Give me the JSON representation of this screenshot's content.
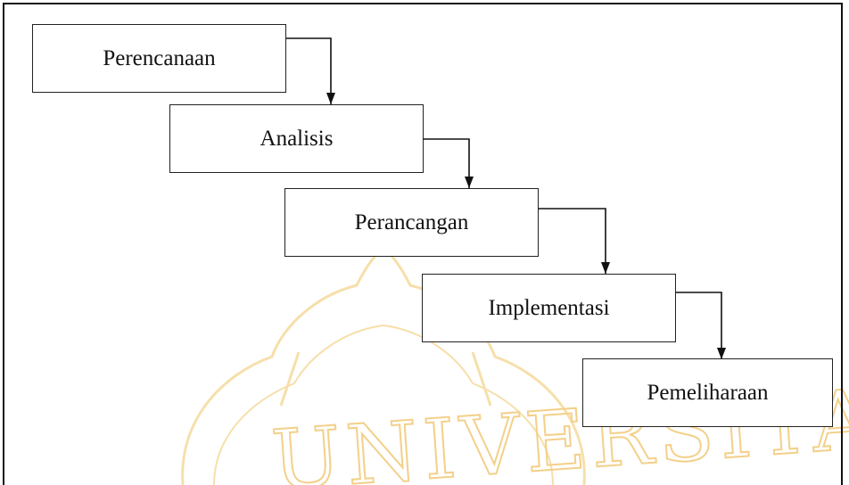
{
  "diagram": {
    "steps": [
      {
        "label": "Perencanaan"
      },
      {
        "label": "Analisis"
      },
      {
        "label": "Perancangan"
      },
      {
        "label": "Implementasi"
      },
      {
        "label": "Pemeliharaan"
      }
    ],
    "watermark_text": "UNIVERSITAS",
    "colors": {
      "box_border": "#222222",
      "arrow": "#111111",
      "watermark": "#f3d08a"
    }
  }
}
